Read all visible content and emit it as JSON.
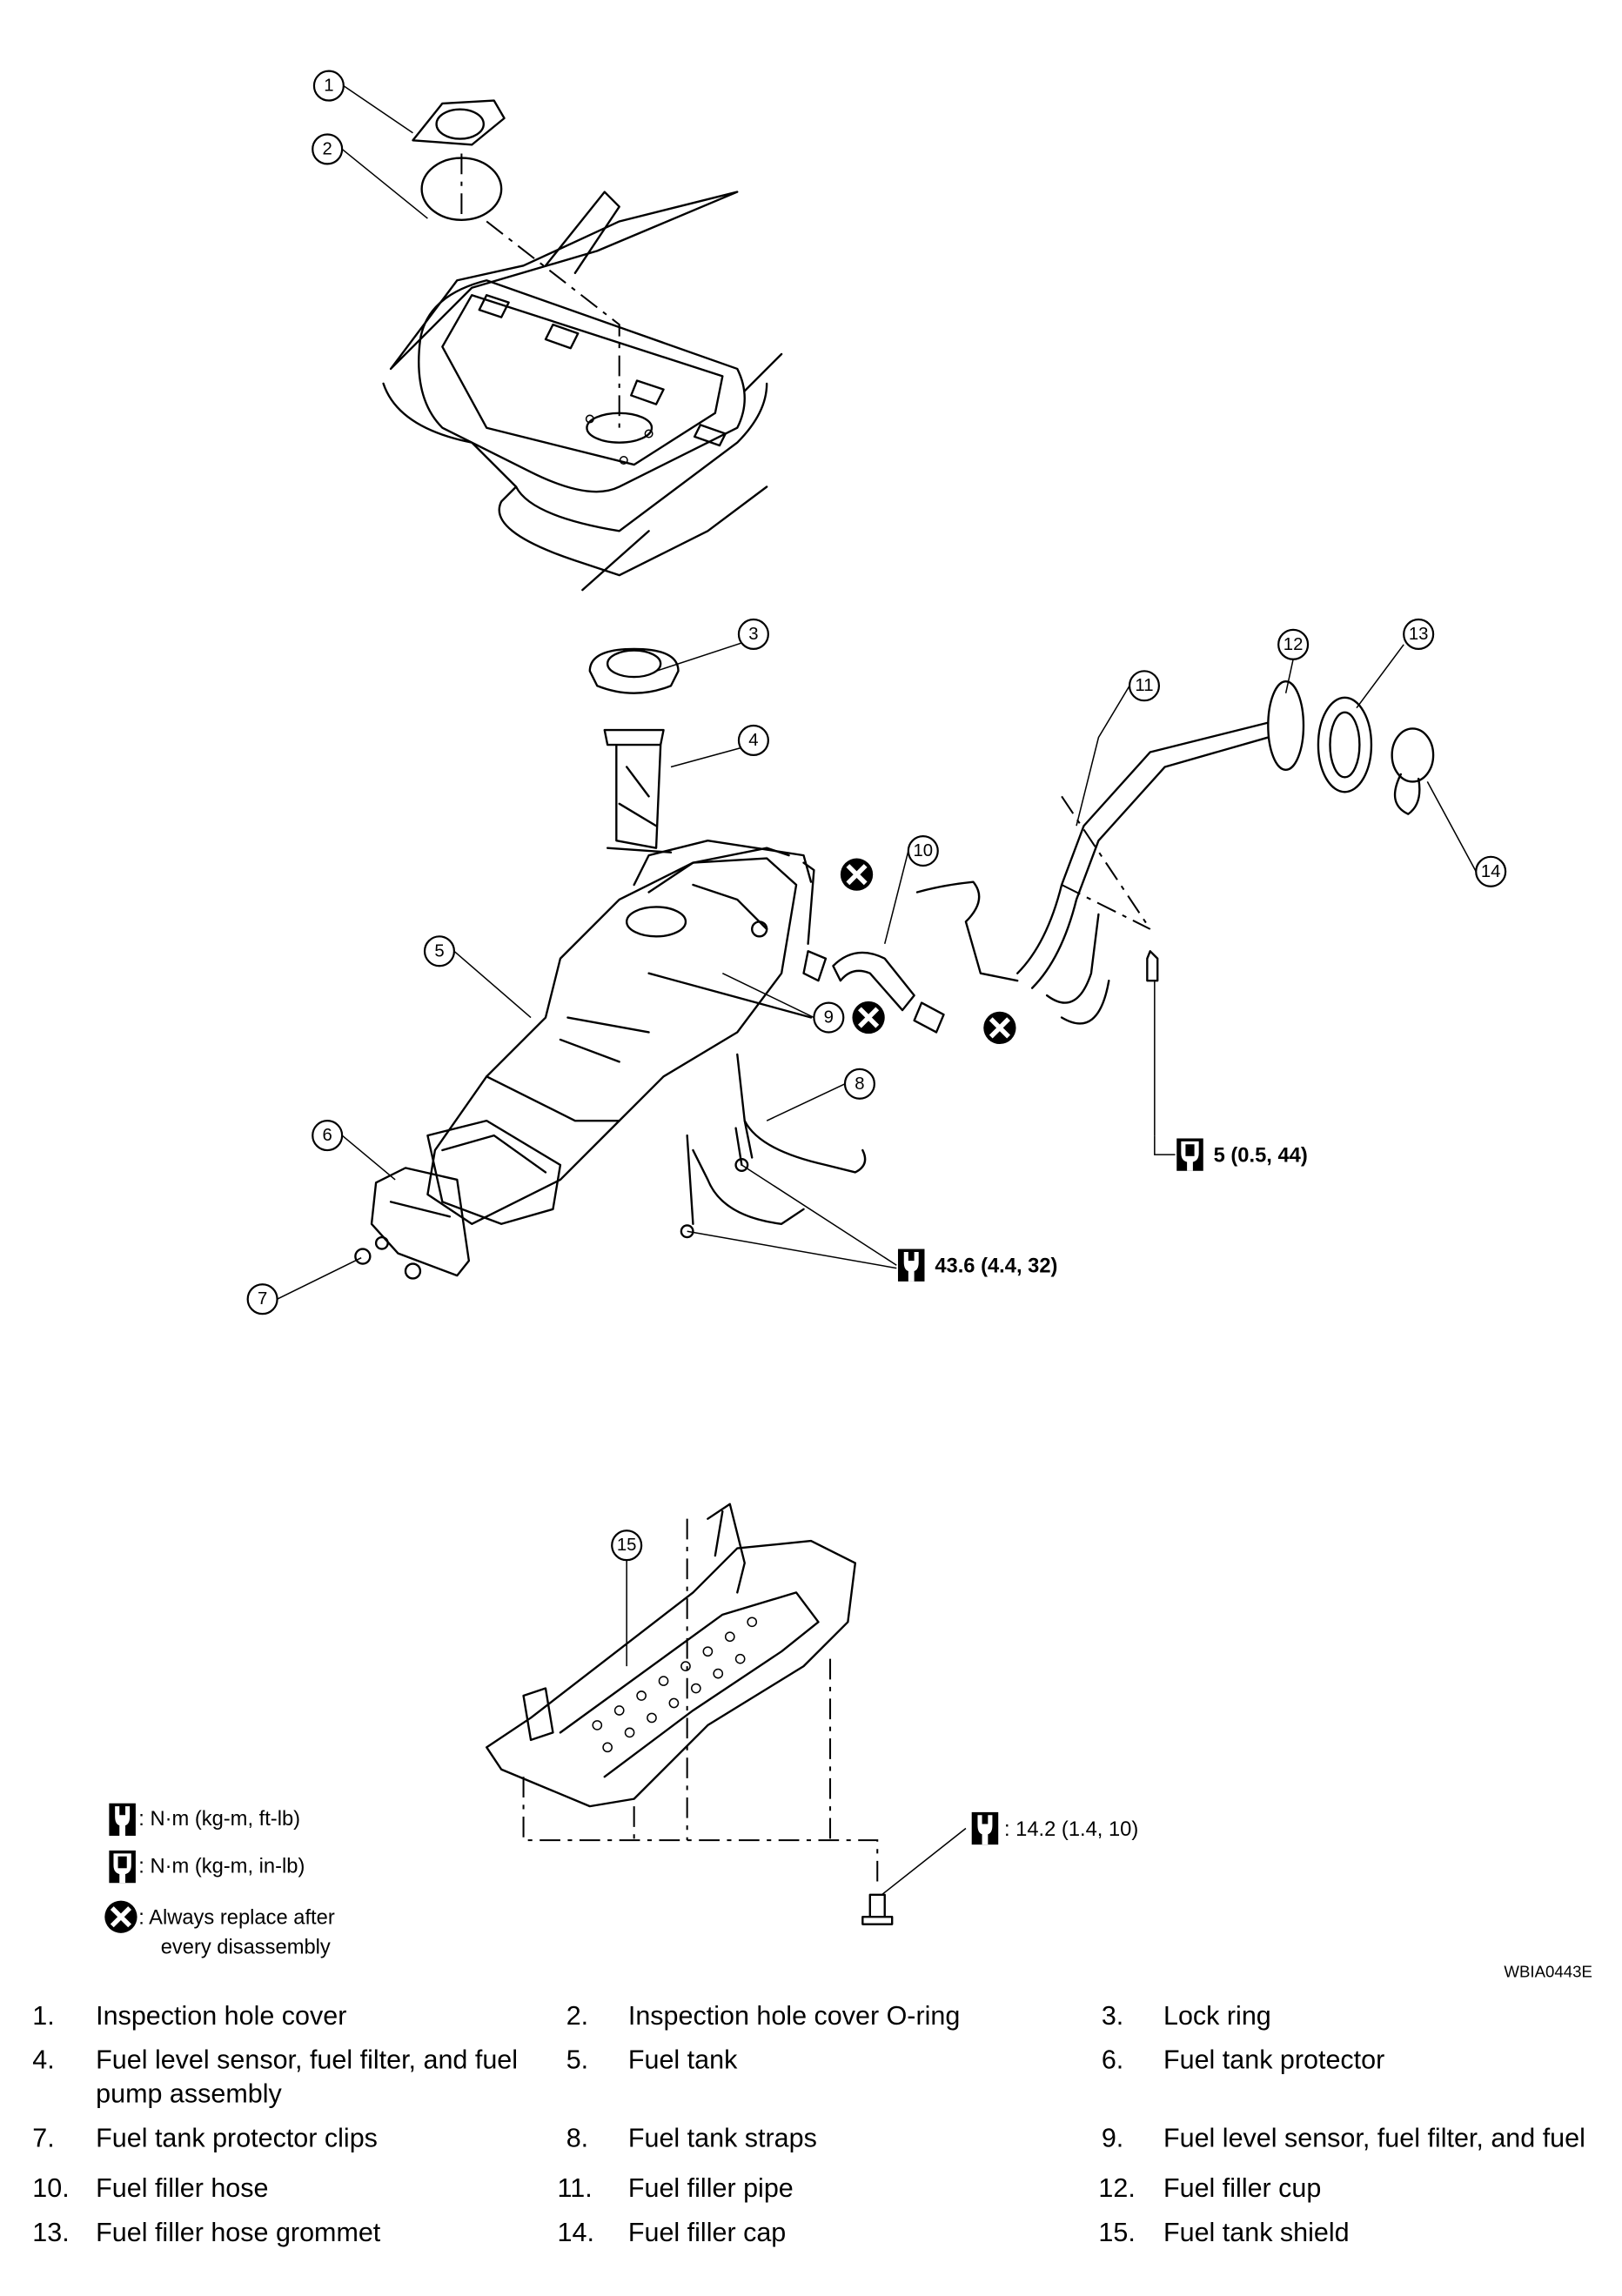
{
  "figure_code": "WBIA0443E",
  "callouts": [
    "1",
    "2",
    "3",
    "4",
    "5",
    "6",
    "7",
    "8",
    "9",
    "10",
    "11",
    "12",
    "13",
    "14",
    "15"
  ],
  "torque_specs": {
    "filler_pipe_bolt": "5 (0.5, 44)",
    "strap_bolts": "43.6 (4.4, 32)",
    "shield_bolt": ": 14.2 (1.4, 10)"
  },
  "legend": {
    "ft_lb": ": N·m (kg-m, ft-lb)",
    "in_lb": ": N·m (kg-m, in-lb)",
    "replace_line1": ": Always replace after",
    "replace_line2": "every disassembly"
  },
  "icons": [
    "torque-wrench-ft-lb-icon",
    "torque-wrench-in-lb-icon",
    "always-replace-x-icon"
  ],
  "parts": [
    {
      "num": "1.",
      "lines": [
        "Inspection hole cover"
      ]
    },
    {
      "num": "2.",
      "lines": [
        "Inspection hole cover O-ring"
      ]
    },
    {
      "num": "3.",
      "lines": [
        "Lock ring"
      ]
    },
    {
      "num": "4.",
      "lines": [
        "Fuel level sensor, fuel filter, and fuel",
        "pump assembly"
      ]
    },
    {
      "num": "5.",
      "lines": [
        "Fuel tank"
      ]
    },
    {
      "num": "6.",
      "lines": [
        "Fuel tank protector"
      ]
    },
    {
      "num": "7.",
      "lines": [
        "Fuel tank protector clips"
      ]
    },
    {
      "num": "8.",
      "lines": [
        "Fuel tank straps"
      ]
    },
    {
      "num": "9.",
      "lines": [
        "Fuel level sensor, fuel filter, and fuel"
      ]
    },
    {
      "num": "10.",
      "lines": [
        "Fuel filler hose"
      ]
    },
    {
      "num": "11.",
      "lines": [
        "Fuel filler pipe"
      ]
    },
    {
      "num": "12.",
      "lines": [
        "Fuel filler cup"
      ]
    },
    {
      "num": "13.",
      "lines": [
        "Fuel filler hose grommet"
      ]
    },
    {
      "num": "14.",
      "lines": [
        "Fuel filler cap"
      ]
    },
    {
      "num": "15.",
      "lines": [
        "Fuel tank shield"
      ]
    }
  ]
}
